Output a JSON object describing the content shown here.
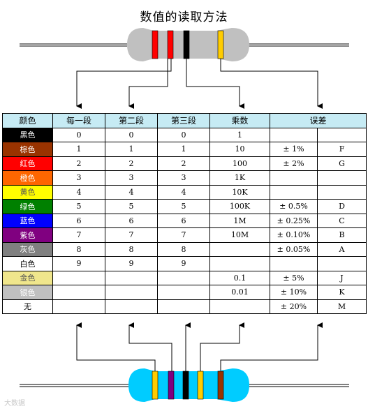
{
  "title": "数值的读取方法",
  "table": {
    "headers": [
      "颜色",
      "每一段",
      "第二段",
      "第三段",
      "乘数",
      "误差"
    ],
    "rows": [
      {
        "color": "黑色",
        "bg": "#000000",
        "fg": "#ffffff",
        "d1": "0",
        "d2": "0",
        "d3": "0",
        "mult": "1",
        "tol": "",
        "code": ""
      },
      {
        "color": "棕色",
        "bg": "#993300",
        "fg": "#ffffff",
        "d1": "1",
        "d2": "1",
        "d3": "1",
        "mult": "10",
        "tol": "± 1%",
        "code": "F"
      },
      {
        "color": "红色",
        "bg": "#ff0000",
        "fg": "#ffffff",
        "d1": "2",
        "d2": "2",
        "d3": "2",
        "mult": "100",
        "tol": "± 2%",
        "code": "G"
      },
      {
        "color": "橙色",
        "bg": "#ff6600",
        "fg": "#ffffff",
        "d1": "3",
        "d2": "3",
        "d3": "3",
        "mult": "1K",
        "tol": "",
        "code": ""
      },
      {
        "color": "黄色",
        "bg": "#ffff00",
        "fg": "#555555",
        "d1": "4",
        "d2": "4",
        "d3": "4",
        "mult": "10K",
        "tol": "",
        "code": ""
      },
      {
        "color": "绿色",
        "bg": "#008000",
        "fg": "#ffffff",
        "d1": "5",
        "d2": "5",
        "d3": "5",
        "mult": "100K",
        "tol": "± 0.5%",
        "code": "D"
      },
      {
        "color": "蓝色",
        "bg": "#0000ff",
        "fg": "#ffffff",
        "d1": "6",
        "d2": "6",
        "d3": "6",
        "mult": "1M",
        "tol": "± 0.25%",
        "code": "C"
      },
      {
        "color": "紫色",
        "bg": "#800080",
        "fg": "#ffffff",
        "d1": "7",
        "d2": "7",
        "d3": "7",
        "mult": "10M",
        "tol": "± 0.10%",
        "code": "B"
      },
      {
        "color": "灰色",
        "bg": "#808080",
        "fg": "#ffffff",
        "d1": "8",
        "d2": "8",
        "d3": "8",
        "mult": "",
        "tol": "± 0.05%",
        "code": "A"
      },
      {
        "color": "白色",
        "bg": "#ffffff",
        "fg": "#000000",
        "d1": "9",
        "d2": "9",
        "d3": "9",
        "mult": "",
        "tol": "",
        "code": ""
      },
      {
        "color": "金色",
        "bg": "#f0e68c",
        "fg": "#555555",
        "d1": "",
        "d2": "",
        "d3": "",
        "mult": "0.1",
        "tol": "± 5%",
        "code": "J"
      },
      {
        "color": "银色",
        "bg": "#c0c0c0",
        "fg": "#ffffff",
        "d1": "",
        "d2": "",
        "d3": "",
        "mult": "0.01",
        "tol": "± 10%",
        "code": "K"
      },
      {
        "color": "无",
        "bg": "#ffffff",
        "fg": "#000000",
        "d1": "",
        "d2": "",
        "d3": "",
        "mult": "",
        "tol": "± 20%",
        "code": "M"
      }
    ]
  },
  "resistor_top": {
    "body_color": "#c0c0c0",
    "bands": [
      "#ff0000",
      "#ff0000",
      "#000000",
      "#ffcc00"
    ]
  },
  "resistor_bottom": {
    "body_color": "#00ccff",
    "bands": [
      "#ffcc00",
      "#800080",
      "#000000",
      "#ffcc00",
      "#993300"
    ]
  },
  "watermark": "大数据"
}
